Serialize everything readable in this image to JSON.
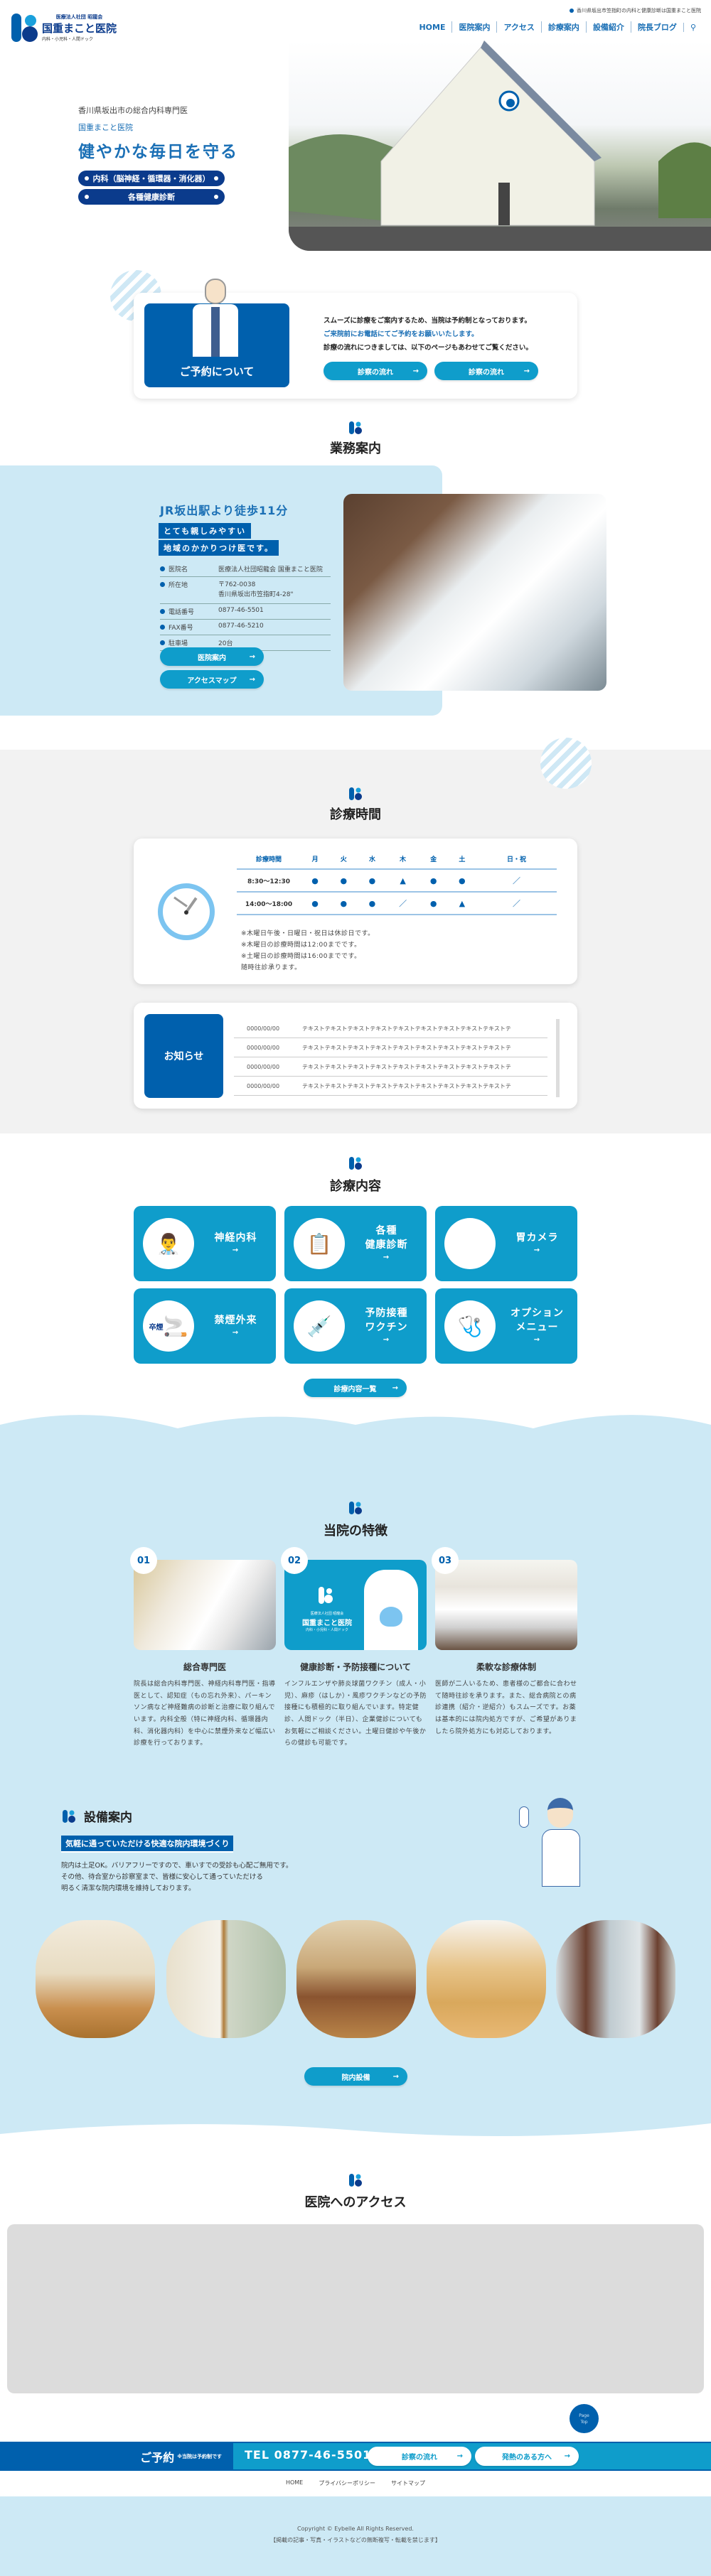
{
  "header": {
    "logo_corp": "医療法人社団 昭龍会",
    "logo_name": "国重まこと医院",
    "logo_sub": "内科・小児科・人間ドック",
    "tagline": "香川県坂出市笠指町の内科と健康診断は国重まこと医院",
    "nav": [
      "HOME",
      "医院案内",
      "アクセス",
      "診療案内",
      "設備紹介",
      "院長ブログ"
    ],
    "search_icon": "search-icon"
  },
  "hero": {
    "subtitle": "香川県坂出市の総合内科専門医",
    "clinic": "国重まこと医院",
    "title": "健やかな毎日を守る",
    "pills": [
      "内科（脳神経・循環器・消化器）",
      "各種健康診断"
    ]
  },
  "reservation": {
    "heading": "ご予約について",
    "line1": "スムーズに診療をご案内するため、当院は予約制となっております。",
    "line2": "ご来院前にお電話にてご予約をお願いいたします。",
    "line3": "診療の流れにつきましては、以下のページもあわせてご覧ください。",
    "buttons": [
      "診察の流れ",
      "診察の流れ"
    ]
  },
  "business": {
    "title": "業務案内",
    "headline": "JR坂出駅より徒歩11分",
    "tag1": "とても親しみやすい",
    "tag2": "地域のかかりつけ医です。",
    "info": [
      {
        "k": "医院名",
        "v": "医療法人社団昭龍会 国重まこと医院"
      },
      {
        "k": "所在地",
        "v": "〒762-0038",
        "v2": "香川県坂出市笠指町4-28\""
      },
      {
        "k": "電話番号",
        "v": "0877-46-5501"
      },
      {
        "k": "FAX番号",
        "v": "0877-46-5210"
      },
      {
        "k": "駐車場",
        "v": "20台"
      }
    ],
    "buttons": [
      "医院案内",
      "アクセスマップ"
    ]
  },
  "hours": {
    "title": "診療時間",
    "header": [
      "診療時間",
      "月",
      "火",
      "水",
      "木",
      "金",
      "土",
      "日・祝"
    ],
    "rows": [
      [
        "8:30〜12:30",
        "●",
        "●",
        "●",
        "▲",
        "●",
        "●",
        "／"
      ],
      [
        "14:00〜18:00",
        "●",
        "●",
        "●",
        "／",
        "●",
        "▲",
        "／"
      ]
    ],
    "notes": [
      "※木曜日午後・日曜日・祝日は休診日です。",
      "※木曜日の診療時間は12:00までです。",
      "※土曜日の診療時間は16:00までです。",
      "随時往診承ります。"
    ]
  },
  "news": {
    "title": "お知らせ",
    "items": [
      {
        "date": "0000/00/00",
        "text": "テキストテキストテキストテキストテキストテキストテキストテキストテキストテ"
      },
      {
        "date": "0000/00/00",
        "text": "テキストテキストテキストテキストテキストテキストテキストテキストテキストテ"
      },
      {
        "date": "0000/00/00",
        "text": "テキストテキストテキストテキストテキストテキストテキストテキストテキストテ"
      },
      {
        "date": "0000/00/00",
        "text": "テキストテキストテキストテキストテキストテキストテキストテキストテキストテ"
      }
    ]
  },
  "services": {
    "title": "診療内容",
    "items": [
      {
        "l1": "神経内科",
        "l2": ""
      },
      {
        "l1": "各種",
        "l2": "健康診断"
      },
      {
        "l1": "胃カメラ",
        "l2": ""
      },
      {
        "l1": "禁煙外来",
        "l2": ""
      },
      {
        "l1": "予防接種",
        "l2": "ワクチン"
      },
      {
        "l1": "オプション",
        "l2": "メニュー"
      }
    ],
    "smoke_sign": "卒煙",
    "button": "診療内容一覧"
  },
  "features": {
    "title": "当院の特徴",
    "items": [
      {
        "num": "01",
        "title": "総合専門医",
        "text": "院長は総合内科専門医、神経内科専門医・指導医として、認知症（もの忘れ外来）、パーキンソン病など神経難病の診断と治療に取り組んでいます。内科全般（特に神経内科、循環器内科、消化器内科）を中心に禁煙外来など幅広い診療を行っております。"
      },
      {
        "num": "02",
        "title": "健康診断・予防接種について",
        "text": "インフルエンザや肺炎球菌ワクチン（成人・小児）、麻疹（はしか）・風疹ワクチンなどの予防接種にも積極的に取り組んでいます。特定健診、人間ドック（半日）、企業健診についてもお気軽にご相談ください。土曜日健診や午後からの健診も可能です。"
      },
      {
        "num": "03",
        "title": "柔軟な診療体制",
        "text": "医師が二人いるため、患者様のご都合に合わせて随時往診を承ります。また、総合病院との病診連携（紹介・逆紹介）もスムーズです。お薬は基本的には院内処方ですが、ご希望がありましたら院外処方にも対応しております。"
      }
    ],
    "card2_corp": "医療法人社団 昭龍会",
    "card2_name": "国重まこと医院",
    "card2_sub": "内科・小児科・人間ドック"
  },
  "facility": {
    "title": "設備案内",
    "banner": "気軽に通っていただける快適な院内環境づくり",
    "text": [
      "院内は土足OK。バリアフリーですので、車いすでの受診も心配ご無用です。",
      "その他、待合室から診察室まで、皆様に安心して通っていただける",
      "明るく清潔な院内環境を維持しております。"
    ],
    "button": "院内設備"
  },
  "access": {
    "title": "医院へのアクセス"
  },
  "pagetop": {
    "l1": "Page",
    "l2": "Top"
  },
  "bottom_bar": {
    "label": "ご予約",
    "note": "※当院は予約制です",
    "tel": "TEL 0877-46-5501",
    "buttons": [
      "診察の流れ",
      "発熱のある方へ"
    ]
  },
  "footer": {
    "links": [
      "HOME",
      "プライバシーポリシー",
      "サイトマップ"
    ],
    "copyright": "Copyright © Eybelle All Rights Reserved.",
    "notice": "【掲載の記事・写真・イラストなどの無断複写・転載を禁じます】"
  },
  "colors": {
    "primary": "#0060ad",
    "accent": "#0f9dcb",
    "navy": "#0b3b8c",
    "pale": "#cde9f5"
  }
}
